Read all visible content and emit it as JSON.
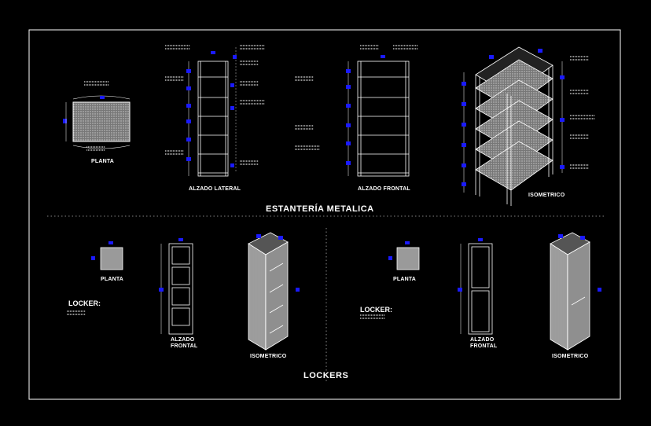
{
  "sections": {
    "shelving_title": "ESTANTERÍA METALICA",
    "lockers_title": "LOCKERS"
  },
  "views": {
    "shelf_plan": "PLANTA",
    "shelf_side": "ALZADO LATERAL",
    "shelf_front": "ALZADO FRONTAL",
    "shelf_iso": "ISOMETRICO",
    "locker1_plan": "PLANTA",
    "locker1_front_1": "ALZADO",
    "locker1_front_2": "FRONTAL",
    "locker1_iso": "ISOMETRICO",
    "locker2_plan": "PLANTA",
    "locker2_front_1": "ALZADO",
    "locker2_front_2": "FRONTAL",
    "locker2_iso": "ISOMETRICO"
  },
  "notes": {
    "locker1_heading": "LOCKER:",
    "locker2_heading": "LOCKER:"
  },
  "colors": {
    "background": "#000000",
    "linework": "#ffffff",
    "dimension_marker": "#1a1aff",
    "shelf_fill": "#bdbdbd",
    "hatch": "#9a9a9a"
  }
}
